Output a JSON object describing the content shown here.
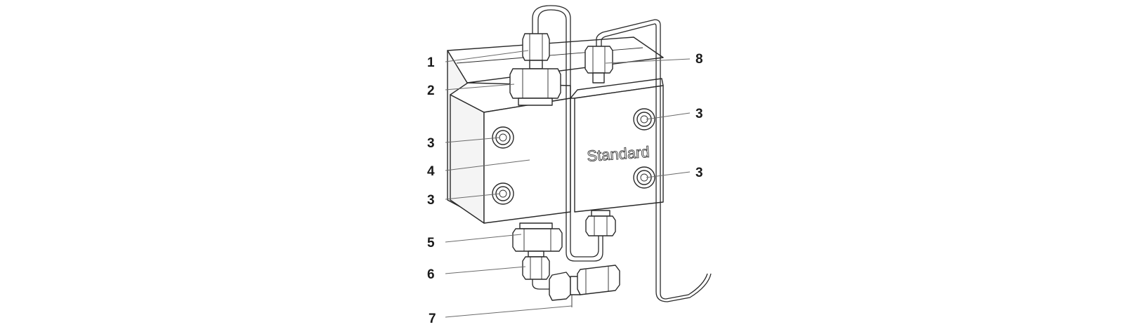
{
  "diagram": {
    "engraving": "Standard",
    "callouts_left": [
      "1",
      "2",
      "3",
      "4",
      "3",
      "5",
      "6",
      "7"
    ],
    "callouts_right": [
      "8",
      "3",
      "3"
    ]
  }
}
